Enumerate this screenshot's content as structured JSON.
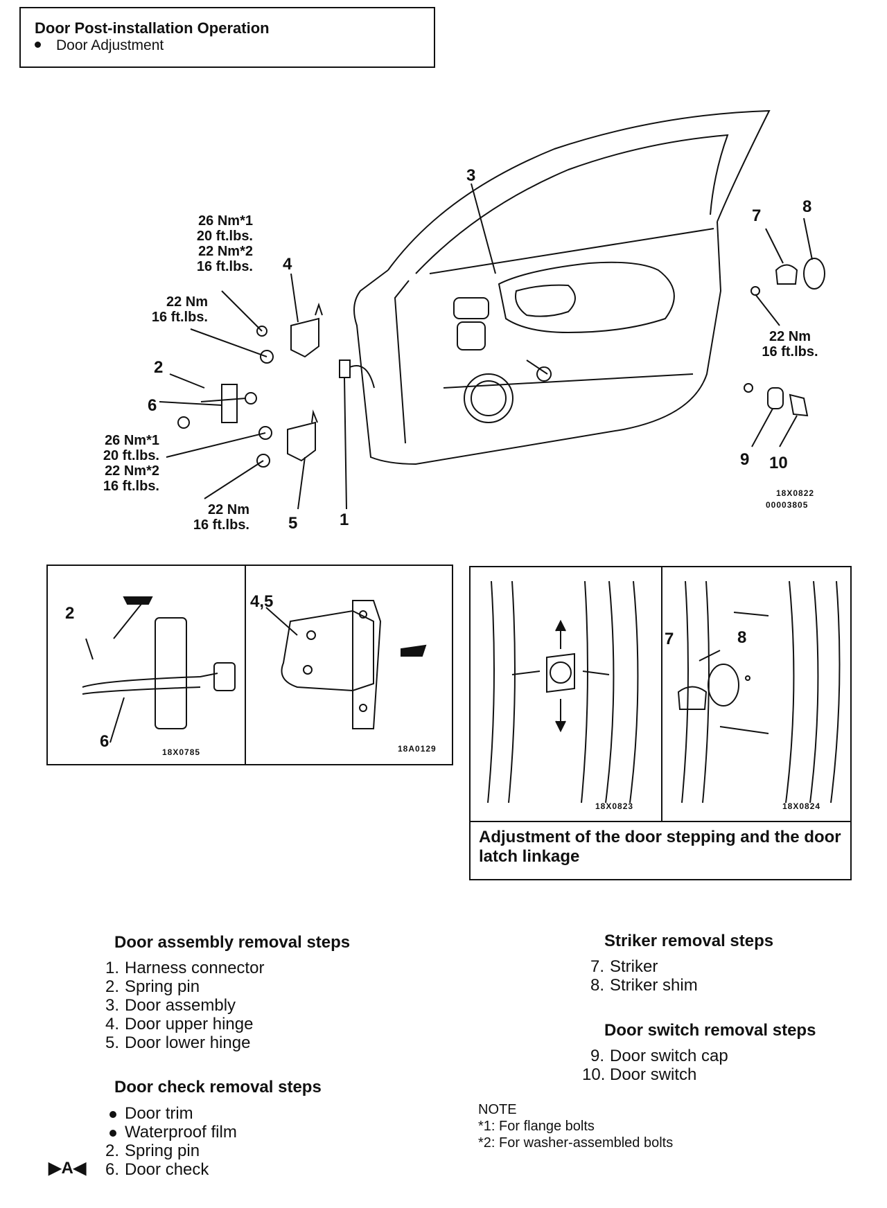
{
  "header": {
    "title": "Door Post-installation Operation",
    "bullet": "Door Adjustment"
  },
  "main_diagram": {
    "callouts": [
      "1",
      "2",
      "3",
      "4",
      "5",
      "6",
      "7",
      "8",
      "9",
      "10"
    ],
    "torque_upper_hinge": [
      "26 Nm*1",
      "20 ft.lbs.",
      "22 Nm*2",
      "16 ft.lbs."
    ],
    "torque_upper_hinge_lower": [
      "22 Nm",
      "16 ft.lbs."
    ],
    "torque_lower_hinge": [
      "26 Nm*1",
      "20 ft.lbs.",
      "22 Nm*2",
      "16 ft.lbs."
    ],
    "torque_lower_hinge_lower": [
      "22 Nm",
      "16 ft.lbs."
    ],
    "torque_striker": [
      "22 Nm",
      "16 ft.lbs."
    ],
    "code_1": "18X0822",
    "code_2": "00003805"
  },
  "detail_left": {
    "labels": [
      "2",
      "6",
      "4,5"
    ],
    "code_a": "18X0785",
    "code_b": "18A0129"
  },
  "detail_right": {
    "labels": [
      "7",
      "8"
    ],
    "code_a": "18X0823",
    "code_b": "18X0824",
    "caption": "Adjustment of the door stepping and the door latch linkage"
  },
  "door_assembly": {
    "heading": "Door assembly removal steps",
    "items": [
      {
        "n": "1.",
        "t": "Harness connector"
      },
      {
        "n": "2.",
        "t": "Spring pin"
      },
      {
        "n": "3.",
        "t": "Door assembly"
      },
      {
        "n": "4.",
        "t": "Door upper hinge"
      },
      {
        "n": "5.",
        "t": "Door lower hinge"
      }
    ]
  },
  "door_check": {
    "heading": "Door check removal steps",
    "bullets": [
      "Door trim",
      "Waterproof film"
    ],
    "items": [
      {
        "n": "2.",
        "t": "Spring pin"
      },
      {
        "n": "6.",
        "t": "Door check"
      }
    ],
    "marker": "▶A◀"
  },
  "striker": {
    "heading": "Striker removal steps",
    "items": [
      {
        "n": "7.",
        "t": "Striker"
      },
      {
        "n": "8.",
        "t": "Striker shim"
      }
    ]
  },
  "door_switch": {
    "heading": "Door switch removal steps",
    "items": [
      {
        "n": "9.",
        "t": "Door switch cap"
      },
      {
        "n": "10.",
        "t": "Door switch"
      }
    ]
  },
  "note": {
    "title": "NOTE",
    "lines": [
      "*1: For  flange bolts",
      "*2: For washer-assembled bolts"
    ]
  }
}
